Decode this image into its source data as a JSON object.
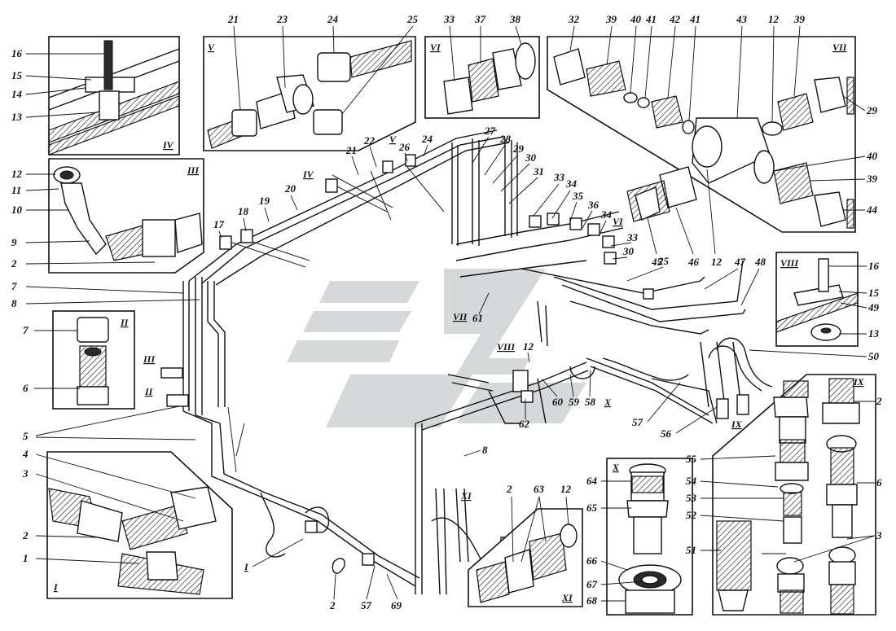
{
  "diagram": {
    "callouts": {
      "c16a": "16",
      "c15a": "15",
      "c14": "14",
      "c13a": "13",
      "c12a": "12",
      "c11": "11",
      "c10": "10",
      "c9": "9",
      "c2a": "2",
      "c7a": "7",
      "c8a": "8",
      "c7b": "7",
      "c6a": "6",
      "c5": "5",
      "c4": "4",
      "c3a": "3",
      "c2b": "2",
      "c1": "1",
      "c21a": "21",
      "c23": "23",
      "c24a": "24",
      "c25a": "25",
      "c33a": "33",
      "c37": "37",
      "c38": "38",
      "c32a": "32",
      "c39a": "39",
      "c40a": "40",
      "c41a": "41",
      "c42": "42",
      "c41b": "41",
      "c43": "43",
      "c12b": "12",
      "c39b": "39",
      "c29": "29",
      "c40b": "40",
      "c39c": "39",
      "c44": "44",
      "c27": "27",
      "c28": "28",
      "c29b": "29",
      "c30a": "30",
      "c31": "31",
      "c33b": "33",
      "c34a": "34",
      "c35": "35",
      "c36": "36",
      "c34b": "34",
      "c33c": "33",
      "c30b": "30",
      "c25b": "25",
      "c47": "47",
      "c48": "48",
      "c45": "45",
      "c46": "46",
      "c12c": "12",
      "c24b": "24",
      "c26": "26",
      "c22": "22",
      "c21b": "21",
      "c20": "20",
      "c19": "19",
      "c18": "18",
      "c17": "17",
      "c16b": "16",
      "c15b": "15",
      "c49": "49",
      "c13b": "13",
      "c50": "50",
      "c61": "61",
      "c12d": "12",
      "c60": "60",
      "c59": "59",
      "c58": "58",
      "c62": "62",
      "c57a": "57",
      "c56": "56",
      "c8b": "8",
      "c2c": "2",
      "c63": "63",
      "c12e": "12",
      "c2d": "2",
      "c57b": "57",
      "c69": "69",
      "c64": "64",
      "c65": "65",
      "c66": "66",
      "c67": "67",
      "c68": "68",
      "c2e": "2",
      "c6b": "6",
      "c55": "55",
      "c54": "54",
      "c53": "53",
      "c52": "52",
      "c51": "51",
      "c3b": "3"
    },
    "views": {
      "IV": "IV",
      "III": "III",
      "II": "II",
      "I": "I",
      "V": "V",
      "VI": "VI",
      "VII": "VII",
      "VIII": "VIII",
      "IX": "IX",
      "X": "X",
      "XI": "XI"
    },
    "markers": {
      "IVm": "IV",
      "Vm": "V",
      "VIm": "VI",
      "VIIm": "VII",
      "VIIIm": "VIII",
      "IIIm": "III",
      "IIm": "II",
      "Im": "I",
      "Xm": "X",
      "IXm": "IX",
      "XIm": "XI"
    },
    "colors": {
      "ink": "#111111",
      "watermark": "#cfd2d4"
    }
  }
}
